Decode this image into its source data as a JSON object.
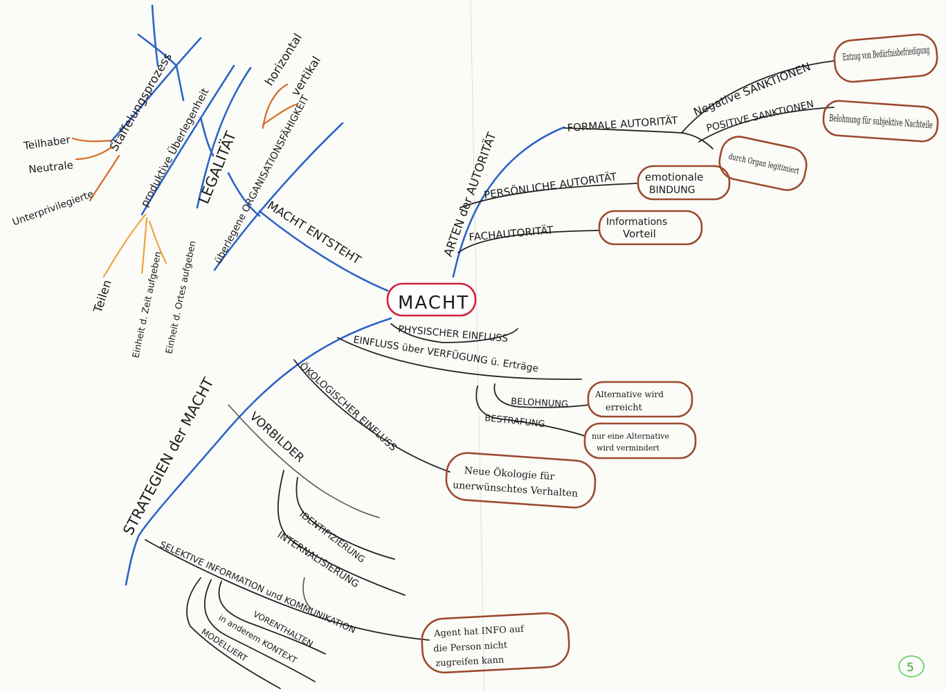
{
  "center": "MACHT",
  "page_number": "5",
  "entstehung": {
    "label": "MACHT ENTSTEHT",
    "staffelung": {
      "label": "Staffelungsprozess",
      "items": [
        "Teilhaber",
        "Neutrale",
        "Unterprivilegierte"
      ]
    },
    "ueberlegenheit": {
      "label": "produktive Überlegenheit",
      "items": [
        "Teilen",
        "Einheit d. Zeit aufgeben",
        "Einheit d. Ortes aufgeben"
      ]
    },
    "legalitaet": {
      "label": "LEGALITÄT",
      "items": [
        "horizontal",
        "vertikal"
      ]
    },
    "organisation": {
      "label": "überlegene ORGANISATIONSFÄHIGKEIT"
    }
  },
  "arten": {
    "label": "ARTEN der AUTORITÄT",
    "formale": {
      "label": "FORMALE AUTORITÄT",
      "negative": {
        "label": "Negative SANKTIONEN",
        "box": "Entzug von Bedürfnisbefriedigung"
      },
      "positive": {
        "label": "POSITIVE SANKTIONEN",
        "box": "Belohnung für subjektive Nachteile"
      },
      "organ_box": "durch Organ legitimiert"
    },
    "persoenliche": {
      "label": "PERSÖNLICHE AUTORITÄT",
      "box_line1": "emotionale",
      "box_line2": "BINDUNG"
    },
    "fach": {
      "label": "FACHAUTORITÄT",
      "box_line1": "Informations",
      "box_line2": "Vorteil"
    }
  },
  "strategien": {
    "label": "STRATEGIEN der MACHT",
    "physischer": "PHYSISCHER EINFLUSS",
    "ertraege": {
      "label": "EINFLUSS über VERFÜGUNG ü. Erträge",
      "belohnung": {
        "label": "BELOHNUNG",
        "box_line1": "Alternative wird",
        "box_line2": "erreicht"
      },
      "bestrafung": {
        "label": "BESTRAFUNG",
        "box_line1": "nur eine Alternative",
        "box_line2": "wird vermindert"
      }
    },
    "oekologischer": {
      "label": "ÖKOLOGISCHER EINFLUSS",
      "box_line1": "Neue Ökologie für",
      "box_line2": "unerwünschtes Verhalten"
    },
    "vorbilder": {
      "label": "VORBILDER",
      "items": [
        "IDENTIFIZIERUNG",
        "INTERNALISIERUNG"
      ]
    },
    "selektive": {
      "label": "SELEKTIVE INFORMATION und KOMMUNIKATION",
      "items": [
        "VORENTHALTEN",
        "in anderem KONTEXT",
        "MODELLIERT"
      ],
      "box_line1": "Agent hat INFO auf",
      "box_line2": "die Person nicht",
      "box_line3": "zugreifen kann"
    }
  }
}
